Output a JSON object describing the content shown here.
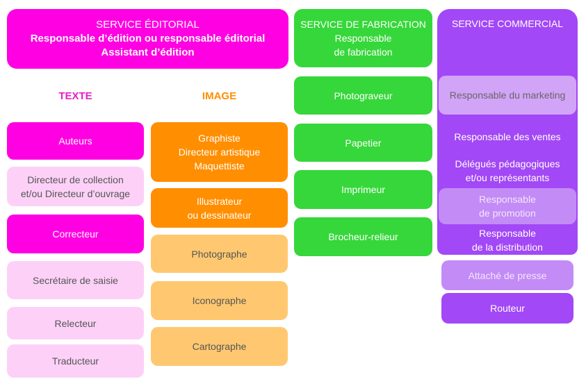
{
  "editorial": {
    "title": "SERVICE ÉDITORIAL",
    "line1": "Responsable d’édition ou responsable éditorial",
    "line2": "Assistant d’édition"
  },
  "texte": {
    "title": "TEXTE",
    "items": [
      "Auteurs",
      "Directeur de collection\net/ou Directeur d’ouvrage",
      "Correcteur",
      "Secrétaire de saisie",
      "Relecteur",
      "Traducteur"
    ]
  },
  "image": {
    "title": "IMAGE",
    "items": [
      "Graphiste\nDirecteur artistique\nMaquettiste",
      "Illustrateur\nou dessinateur",
      "Photographe",
      "Iconographe",
      "Cartographe"
    ]
  },
  "fabrication": {
    "title": "SERVICE DE FABRICATION",
    "subtitle": "Responsable\nde fabrication",
    "items": [
      "Photograveur",
      "Papetier",
      "Imprimeur",
      "Brocheur-relieur"
    ]
  },
  "commercial": {
    "title": "SERVICE COMMERCIAL",
    "items": [
      "Responsable du marketing",
      "Responsable des ventes",
      "Délégués pédagogiques\net/ou représentants",
      "Responsable\nde promotion",
      "Responsable\nde la distribution",
      "Attaché de presse",
      "Routeur"
    ]
  },
  "colors": {
    "editorial": "#ff00e3",
    "image": "#ff8e00",
    "fabrication": "#36d73a",
    "commercial": "#a248f6"
  }
}
